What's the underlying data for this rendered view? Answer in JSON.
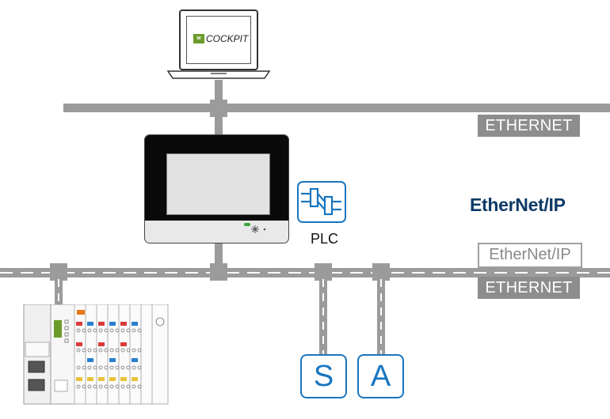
{
  "laptop": {
    "logo_text": "(w)",
    "screen_text": "COCKPIT"
  },
  "network": {
    "top_tag": "ETHERNET",
    "bottom_outline_tag": "EtherNet/IP",
    "bottom_tag": "ETHERNET"
  },
  "plc": {
    "label": "PLC"
  },
  "brand": {
    "text": "EtherNet/IP"
  },
  "devices": {
    "sensor": "S",
    "actuator": "A"
  },
  "colors": {
    "bus": "#9b9b9b",
    "tag": "#8d8d8d",
    "accent": "#1976c0",
    "brand": "#0d3a66",
    "wago_green": "#6a9b2b"
  }
}
